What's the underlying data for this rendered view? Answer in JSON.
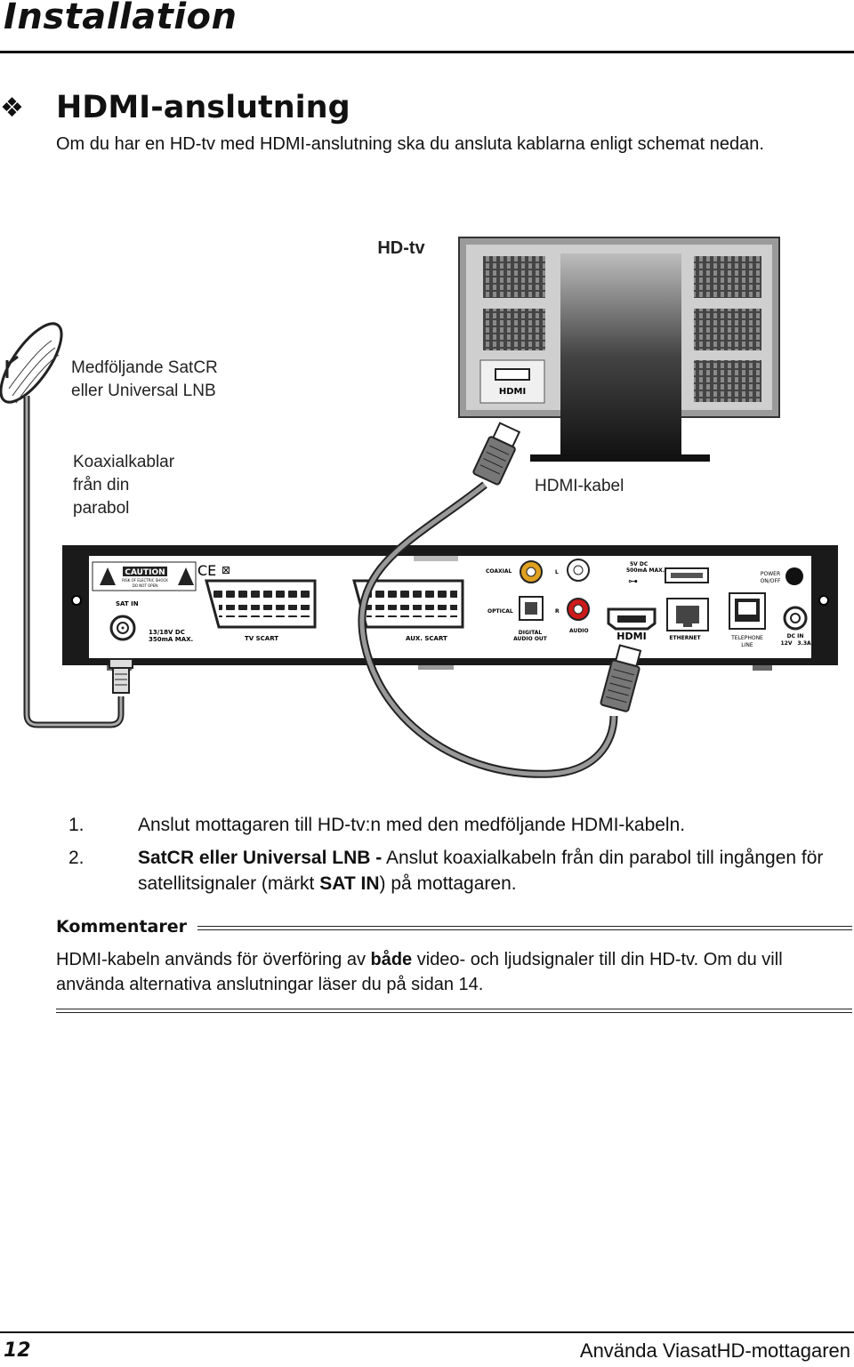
{
  "header": {
    "title": "Installation"
  },
  "section": {
    "bullet": "❖",
    "heading": "HDMI-anslutning",
    "intro": "Om du har en HD-tv med HDMI-anslutning ska du ansluta kablarna enligt schemat nedan."
  },
  "diagram": {
    "tv_label": "HD-tv",
    "lnb_label_line1": "Medföljande SatCR",
    "lnb_label_line2": "eller Universal LNB",
    "coax_label_line1": "Koaxialkablar",
    "coax_label_line2": "från din",
    "coax_label_line3": "parabol",
    "hdmi_cable_label": "HDMI-kabel",
    "tv_hdmi_logo": "HDMI",
    "receiver": {
      "caution": "CAUTION",
      "caution_sub1": "RISK OF ELECTRIC SHOCK",
      "caution_sub2": "DO NOT OPEN",
      "ce": "CE",
      "sat_in": "SAT IN",
      "sat_power": "13/18V DC",
      "sat_power_max": "350mA MAX.",
      "tv_scart": "TV SCART",
      "aux_scart": "AUX. SCART",
      "coaxial": "COAXIAL",
      "optical": "OPTICAL",
      "digital_audio_out_1": "DIGITAL",
      "digital_audio_out_2": "AUDIO OUT",
      "audio_l": "L",
      "audio_r": "R",
      "audio": "AUDIO",
      "usb_power": "5V DC",
      "usb_power_max": "500mA MAX.",
      "hdmi_logo": "HDMI",
      "ethernet": "ETHERNET",
      "telephone_1": "TELEPHONE",
      "telephone_2": "LINE",
      "power_1": "POWER",
      "power_2": "ON/OFF",
      "dc_in_1": "DC IN",
      "dc_in_2": "12V",
      "dc_in_3": "3.3A"
    }
  },
  "steps": [
    {
      "num": "1.",
      "text": "Anslut mottagaren till HD-tv:n med den medföljande HDMI-kabeln."
    },
    {
      "num": "2.",
      "bold": "SatCR eller Universal LNB -",
      "text": " Anslut koaxialkabeln från din parabol till ingången för satellitsignaler (märkt ",
      "bold2": "SAT IN",
      "text2": ") på mottagaren."
    }
  ],
  "comments": {
    "heading": "Kommentarer",
    "text_before": "HDMI-kabeln används för överföring av ",
    "text_bold": "både",
    "text_after": " video- och ljudsignaler till din HD-tv. Om du vill använda alternativa anslutningar läser du på sidan 14."
  },
  "footer": {
    "page_number": "12",
    "text": "Använda ViasatHD-mottagaren"
  }
}
